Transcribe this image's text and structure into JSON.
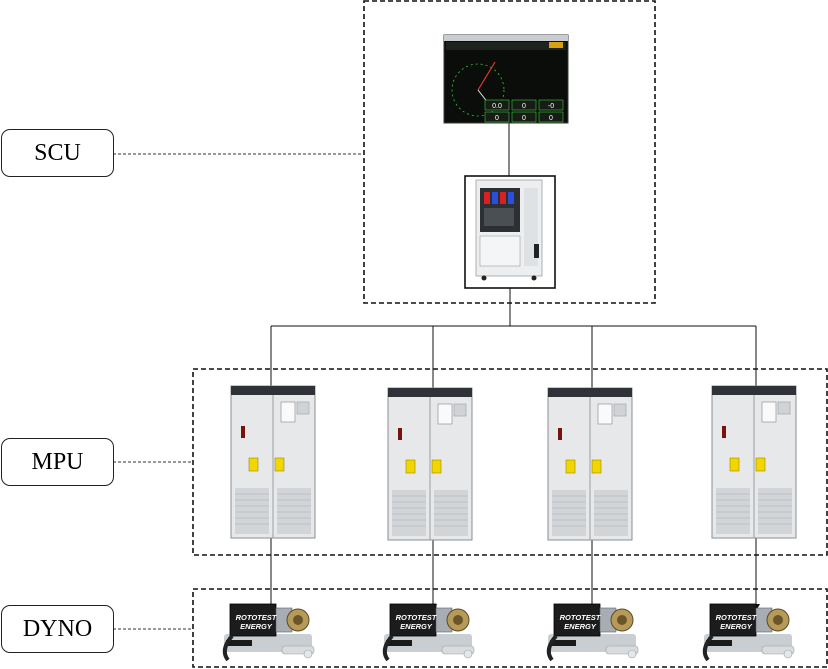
{
  "labels": {
    "scu": "SCU",
    "mpu": "MPU",
    "dyno": "DYNO"
  },
  "monitor": {
    "readouts_top": [
      "0.0",
      "0",
      "-0"
    ],
    "readouts_bottom": [
      "0",
      "0",
      "0"
    ]
  },
  "dyno_brand": {
    "line1": "ROTOTEST",
    "line2": "ENERGY"
  },
  "colors": {
    "line": "#111111",
    "screen_bg": "#0a0d0a",
    "screen_accent": "#3cc83c",
    "warning_yellow": "#f2d600",
    "cabinet": "#e6e8e9"
  },
  "counts": {
    "mpu_cabinets": 4,
    "dynos": 4
  }
}
